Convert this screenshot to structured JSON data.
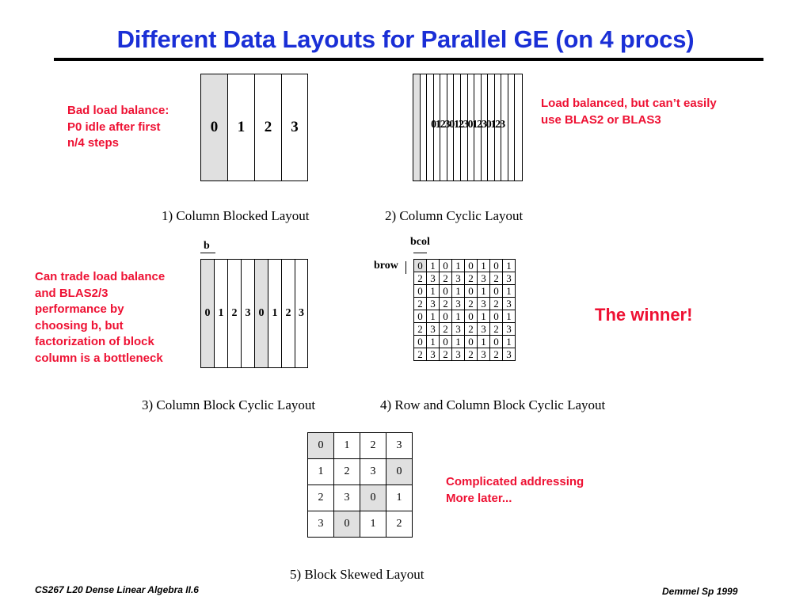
{
  "slide": {
    "title": "Different Data Layouts for Parallel GE (on 4 procs)",
    "footer_left": "CS267  L20 Dense Linear Algebra II.6",
    "footer_right": "Demmel Sp 1999"
  },
  "notes": {
    "bad_load": [
      "Bad load balance:",
      "P0 idle after first",
      "n/4 steps"
    ],
    "load_balanced": [
      "Load balanced, but can’t easily",
      "use BLAS2 or BLAS3"
    ],
    "trade": [
      "Can trade load balance",
      "and BLAS2/3",
      "performance by",
      "choosing b, but",
      "factorization of block",
      "column is a bottleneck"
    ],
    "winner": "The winner!",
    "complicated": [
      "Complicated addressing",
      "More later..."
    ]
  },
  "layouts": {
    "blocked": {
      "caption": "1)  Column Blocked Layout",
      "cells": [
        "0",
        "1",
        "2",
        "3"
      ]
    },
    "cyclic": {
      "caption": "2)   Column Cyclic Layout",
      "label": "0123012301230123"
    },
    "block_cyclic": {
      "caption": "3)  Column Block Cyclic Layout",
      "b_label": "b",
      "cells": [
        "0",
        "1",
        "2",
        "3",
        "0",
        "1",
        "2",
        "3"
      ]
    },
    "row_col": {
      "caption": "4)  Row and Column Block Cyclic Layout",
      "bcol_label": "bcol",
      "brow_label": "brow",
      "rows": [
        [
          "0",
          "1",
          "0",
          "1",
          "0",
          "1",
          "0",
          "1"
        ],
        [
          "2",
          "3",
          "2",
          "3",
          "2",
          "3",
          "2",
          "3"
        ],
        [
          "0",
          "1",
          "0",
          "1",
          "0",
          "1",
          "0",
          "1"
        ],
        [
          "2",
          "3",
          "2",
          "3",
          "2",
          "3",
          "2",
          "3"
        ],
        [
          "0",
          "1",
          "0",
          "1",
          "0",
          "1",
          "0",
          "1"
        ],
        [
          "2",
          "3",
          "2",
          "3",
          "2",
          "3",
          "2",
          "3"
        ],
        [
          "0",
          "1",
          "0",
          "1",
          "0",
          "1",
          "0",
          "1"
        ],
        [
          "2",
          "3",
          "2",
          "3",
          "2",
          "3",
          "2",
          "3"
        ]
      ]
    },
    "skewed": {
      "caption": "5)  Block Skewed Layout",
      "rows": [
        [
          "0",
          "1",
          "2",
          "3"
        ],
        [
          "1",
          "2",
          "3",
          "0"
        ],
        [
          "2",
          "3",
          "0",
          "1"
        ],
        [
          "3",
          "0",
          "1",
          "2"
        ]
      ]
    }
  }
}
